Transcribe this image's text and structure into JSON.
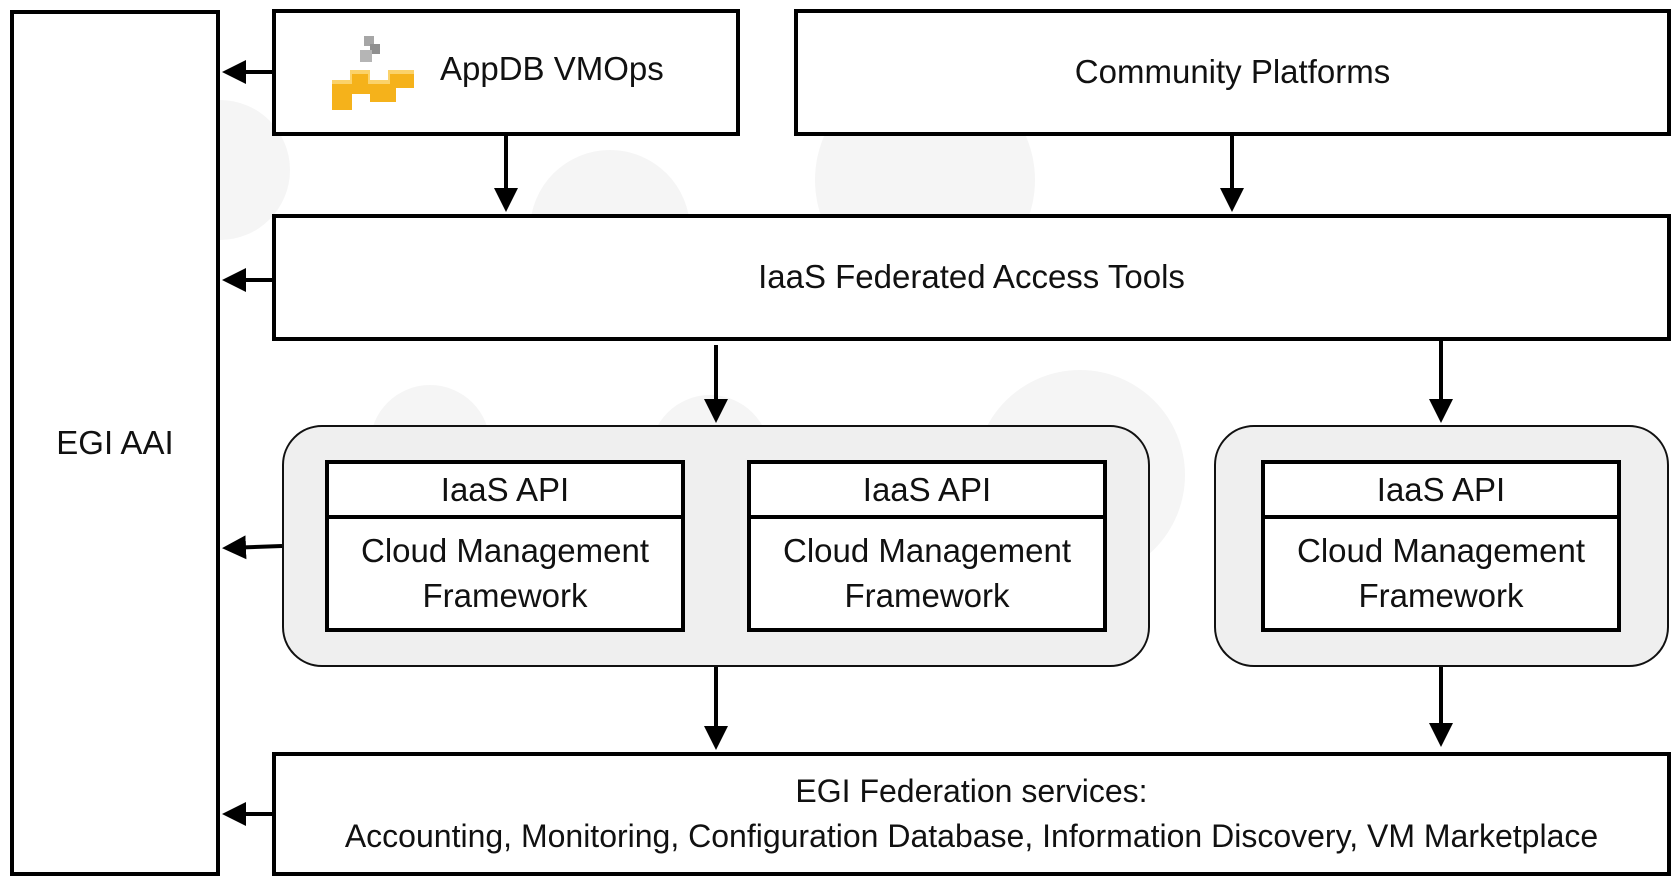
{
  "diagram": {
    "egi_aai": "EGI AAI",
    "appdb": {
      "label": "AppDB VMOps",
      "logo_icon": "appdb-logo-icon"
    },
    "community_platforms": "Community Platforms",
    "federated_access_tools": "IaaS Federated Access Tools",
    "cloud_sites": [
      {
        "api": "IaaS API",
        "framework": "Cloud Management Framework"
      },
      {
        "api": "IaaS API",
        "framework": "Cloud Management Framework"
      },
      {
        "api": "IaaS API",
        "framework": "Cloud Management Framework"
      }
    ],
    "federation_services": {
      "title": "EGI Federation services:",
      "list": "Accounting, Monitoring, Configuration Database, Information Discovery, VM Marketplace"
    }
  },
  "colors": {
    "logo_orange": "#f5b21b",
    "logo_gray": "#a6a6a6",
    "group_fill": "#efefef"
  }
}
